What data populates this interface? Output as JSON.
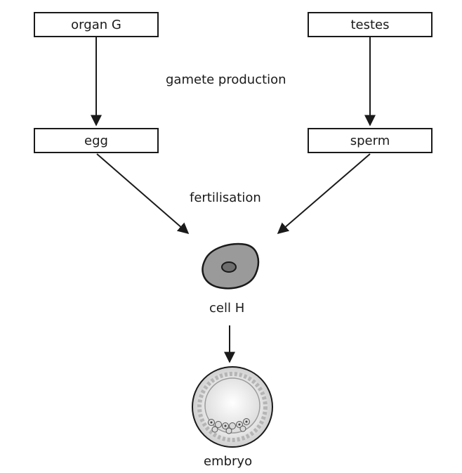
{
  "boxes": {
    "organ_g": "organ G",
    "testes": "testes",
    "egg": "egg",
    "sperm": "sperm"
  },
  "labels": {
    "gamete_production": "gamete production",
    "fertilisation": "fertilisation",
    "cell_h": "cell H",
    "embryo": "embryo"
  }
}
